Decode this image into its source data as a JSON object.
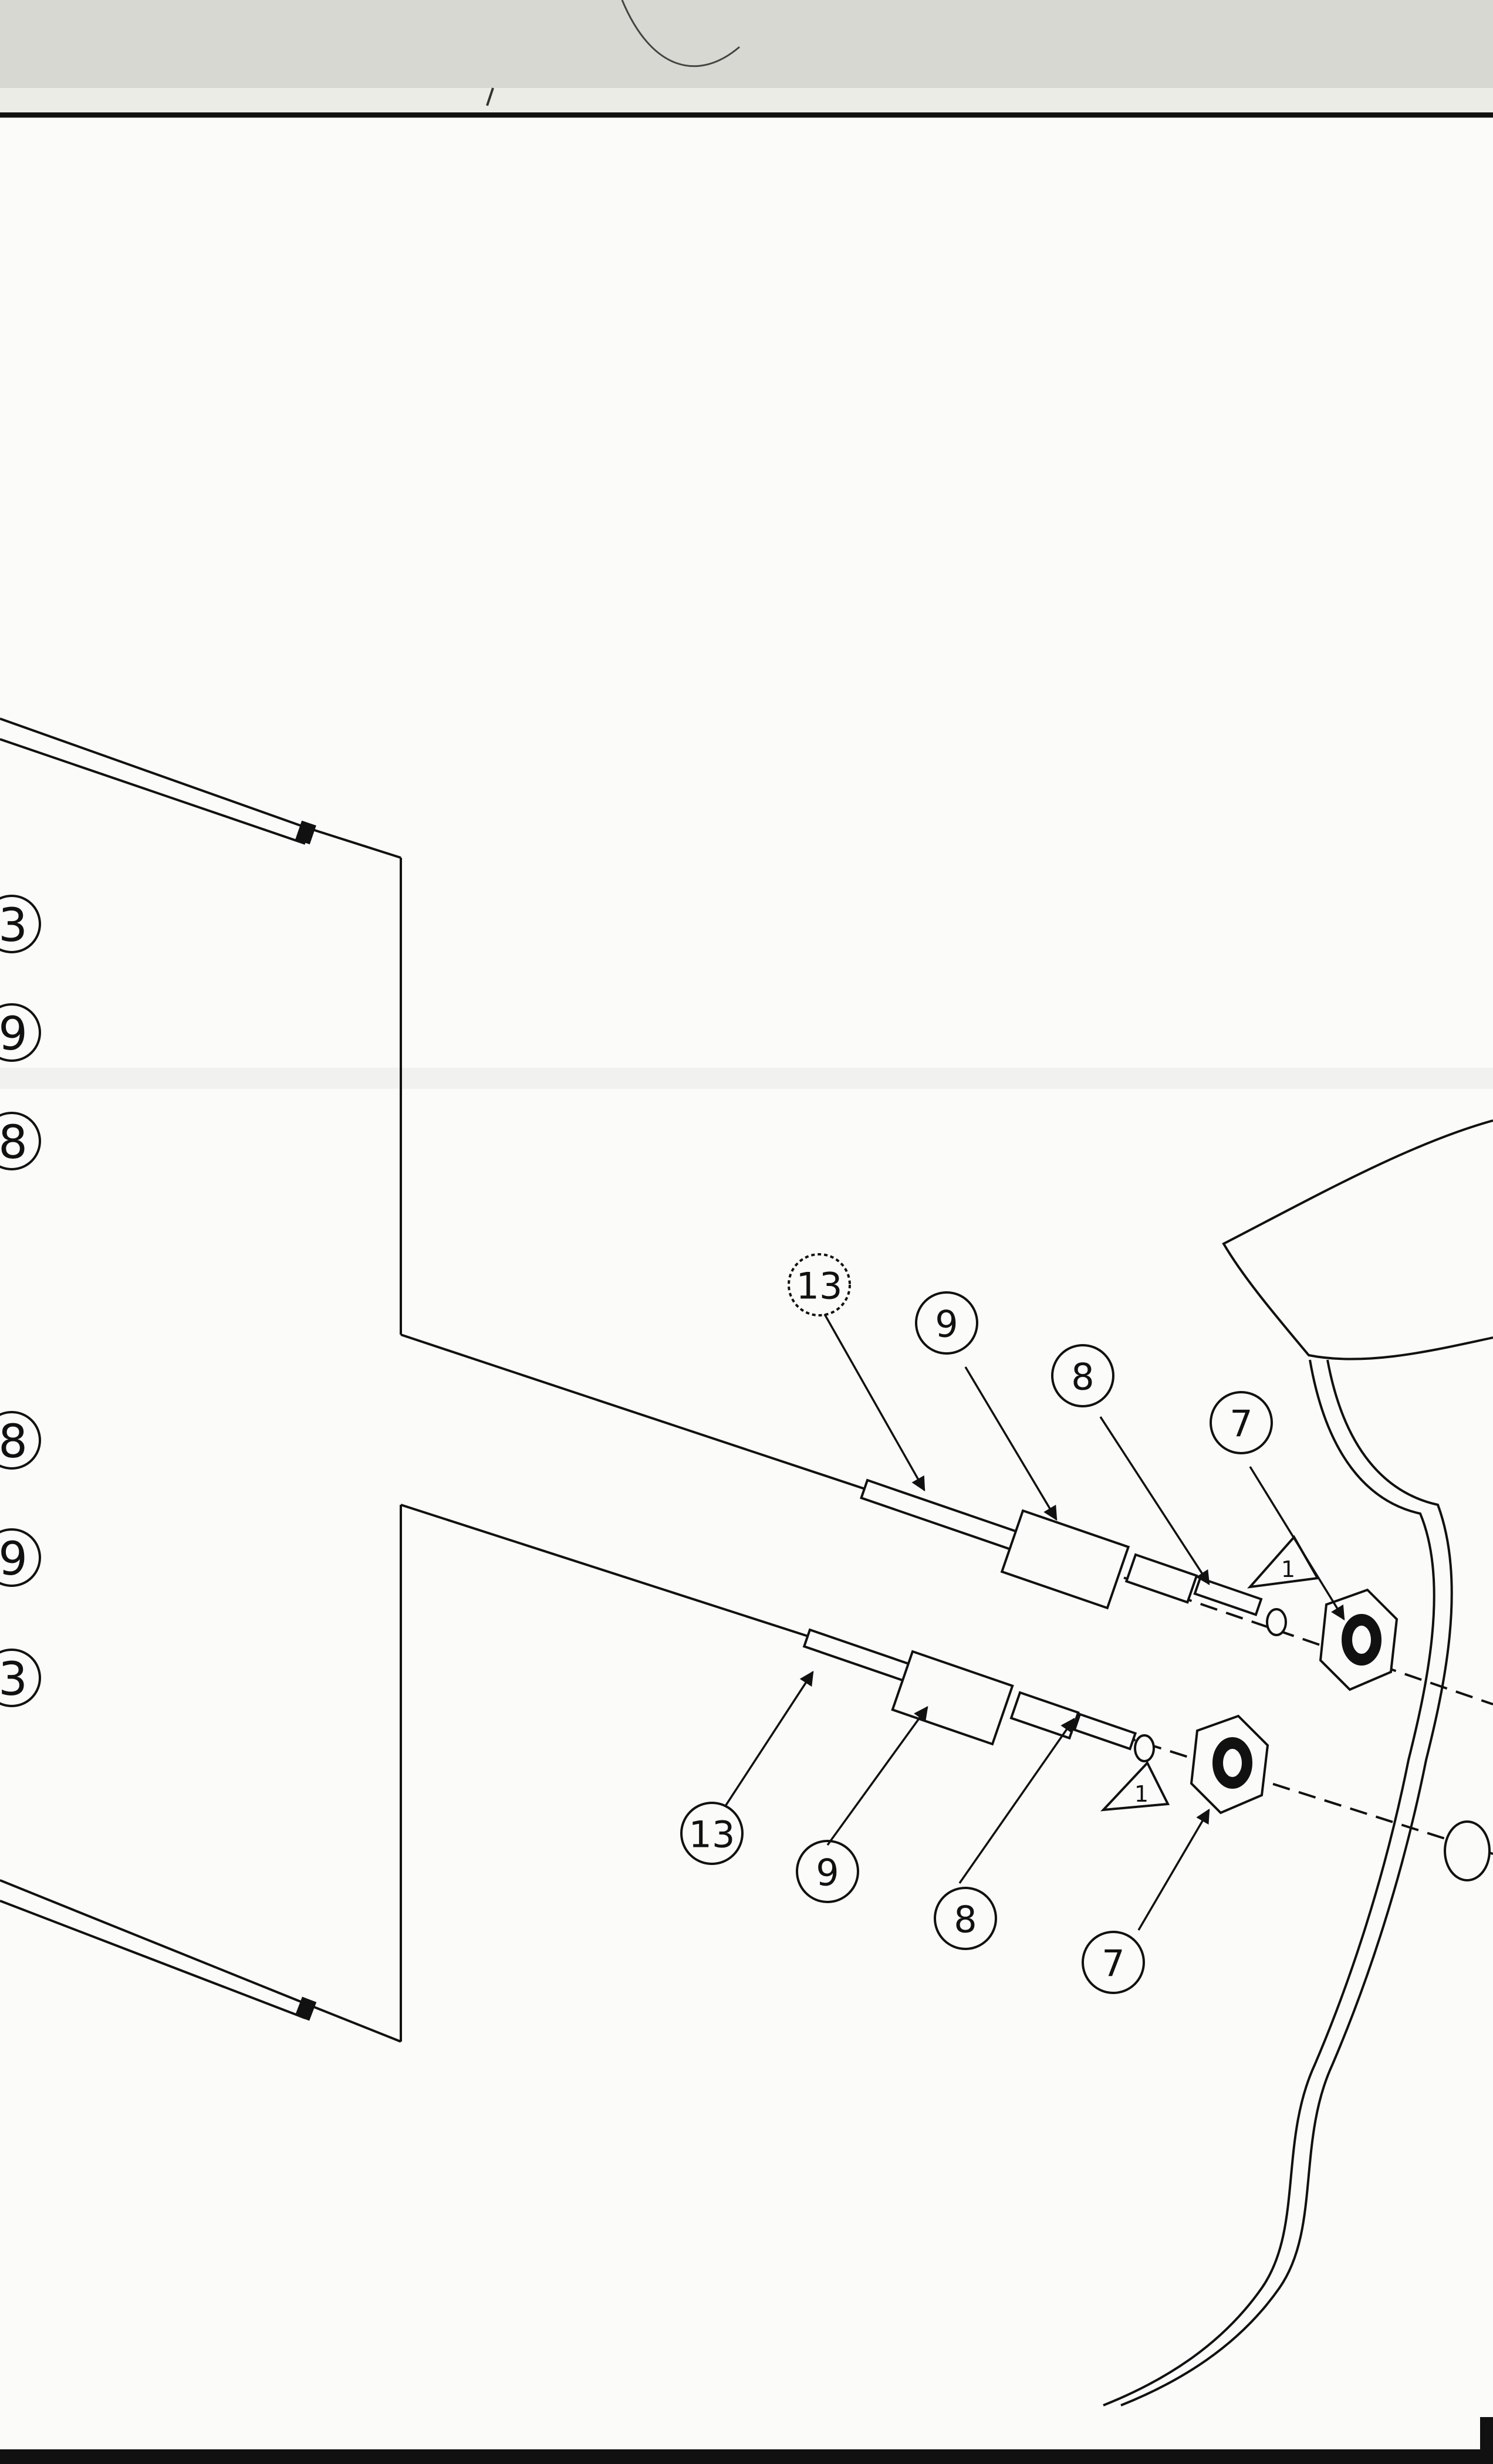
{
  "drawing": {
    "callouts_upper_assembly": [
      "13",
      "9",
      "8",
      "7"
    ],
    "callouts_lower_assembly": [
      "13",
      "9",
      "8",
      "7"
    ],
    "left_edge_callouts": [
      "3",
      "9",
      "8",
      "8",
      "9",
      "3"
    ],
    "triangle_marks": [
      "1",
      "1"
    ]
  }
}
